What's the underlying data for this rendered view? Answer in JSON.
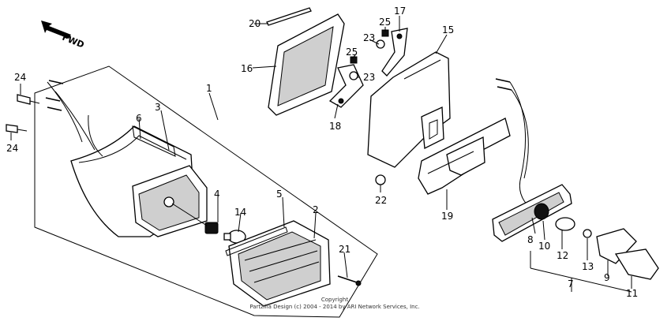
{
  "direction_label": "FWD",
  "copyright": {
    "line1": "Copyright",
    "line2": "Partzilla Design (c) 2004 - 2014 by ARI Network Services, Inc."
  },
  "callouts": {
    "c1": "1",
    "c2": "2",
    "c3": "3",
    "c4": "4",
    "c5": "5",
    "c6": "6",
    "c7": "7",
    "c8": "8",
    "c9": "9",
    "c10": "10",
    "c11": "11",
    "c12": "12",
    "c13": "13",
    "c14": "14",
    "c15": "15",
    "c16": "16",
    "c17": "17",
    "c18": "18",
    "c19": "19",
    "c20": "20",
    "c21": "21",
    "c22": "22",
    "c23a": "23",
    "c23b": "23",
    "c24a": "24",
    "c24b": "24",
    "c25a": "25",
    "c25b": "25"
  }
}
